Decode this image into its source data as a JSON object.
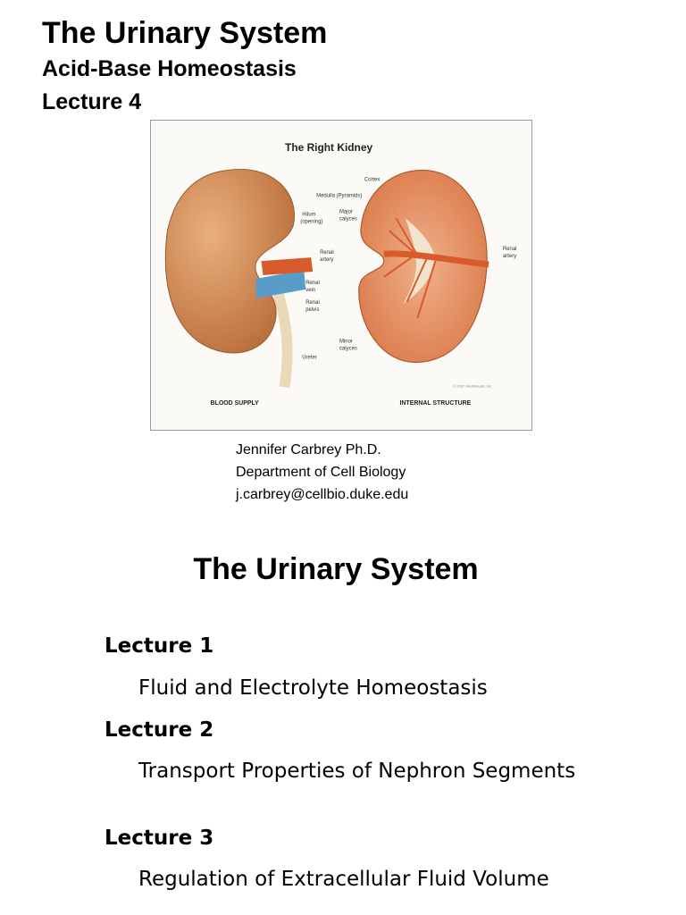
{
  "header": {
    "title": "The Urinary System",
    "subtitle": "Acid-Base Homeostasis",
    "lecture": "Lecture 4"
  },
  "figure": {
    "title": "The Right Kidney",
    "left_caption": "BLOOD SUPPLY",
    "right_caption": "INTERNAL STRUCTURE",
    "labels": {
      "hilum_1": "Hilum",
      "hilum_2": "(opening)",
      "renal_artery_1": "Renal",
      "renal_artery_2": "artery",
      "renal_vein_1": "Renal",
      "renal_vein_2": "vein",
      "renal_pelvis_1": "Renal",
      "renal_pelvis_2": "pelvis",
      "ureter": "Ureter",
      "cortex": "Cortex",
      "medulla": "Medulla (Pyramids)",
      "major_calyces_1": "Major",
      "major_calyces_2": "calyces",
      "minor_calyces_1": "Minor",
      "minor_calyces_2": "calyces",
      "renal_artery_r_1": "Renal",
      "renal_artery_r_2": "artery",
      "copyright": "© 2007 MediVisuals, Inc."
    }
  },
  "author": {
    "name": "Jennifer Carbrey Ph.D.",
    "department": "Department of Cell Biology",
    "email": "j.carbrey@cellbio.duke.edu"
  },
  "section": {
    "title": "The Urinary System",
    "lectures": [
      {
        "label": "Lecture 1",
        "desc": "Fluid and Electrolyte Homeostasis"
      },
      {
        "label": "Lecture 2",
        "desc": "Transport Properties of Nephron Segments"
      },
      {
        "label": "Lecture 3",
        "desc": "Regulation of Extracellular Fluid Volume"
      }
    ]
  },
  "colors": {
    "kidney": "#d9955e",
    "cortex": "#e08a5a",
    "artery": "#d95a2a",
    "vein": "#5a9cc8"
  }
}
